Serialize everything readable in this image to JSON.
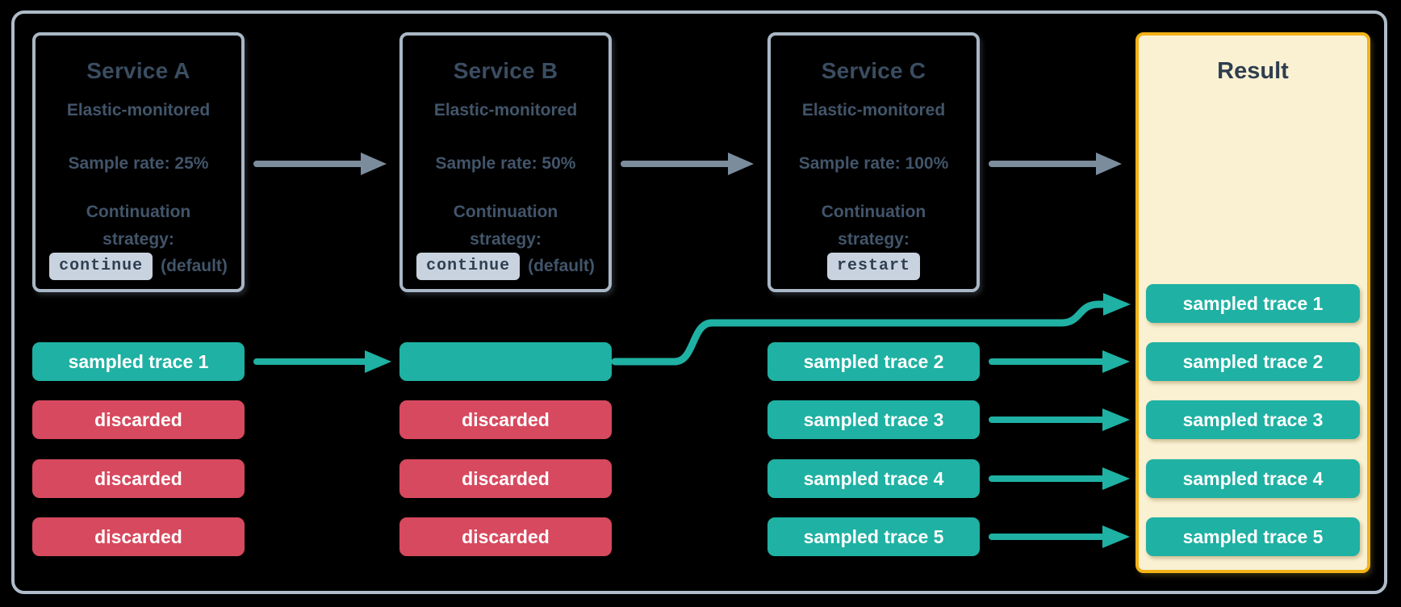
{
  "theme": {
    "teal": "#1FB1A3",
    "red": "#D7495E",
    "svc_border": "#A9B7C6",
    "outer_border": "#AFBCC9",
    "arrow_gray": "#7B8C9D",
    "title_color": "#3A4D61",
    "body_color": "#42556A",
    "badge_bg": "#C9D3DF",
    "badge_text": "#2F4052",
    "result_bg": "#FAF1D3",
    "result_border": "#F2B216",
    "result_title": "#2E3E4F",
    "bg": "#000000",
    "trace_text": "#FFFFFF"
  },
  "services": [
    {
      "title": "Service A",
      "subtitle": "Elastic-monitored",
      "sample_rate": "Sample rate: 25%",
      "continuation_line1": "Continuation",
      "continuation_line2": "strategy:",
      "strategy_value": "continue",
      "strategy_note": "(default)"
    },
    {
      "title": "Service B",
      "subtitle": "Elastic-monitored",
      "sample_rate": "Sample rate: 50%",
      "continuation_line1": "Continuation",
      "continuation_line2": "strategy:",
      "strategy_value": "continue",
      "strategy_note": "(default)"
    },
    {
      "title": "Service C",
      "subtitle": "Elastic-monitored",
      "sample_rate": "Sample rate: 100%",
      "continuation_line1": "Continuation",
      "continuation_line2": "strategy:",
      "strategy_value": "restart",
      "strategy_note": ""
    }
  ],
  "result_panel": {
    "title": "Result",
    "badges": [
      "sampled trace 1",
      "sampled trace 2",
      "sampled trace 3",
      "sampled trace 4",
      "sampled trace 5"
    ]
  },
  "trace_columns": {
    "service_a": [
      "sampled trace 1",
      "discarded",
      "discarded",
      "discarded"
    ],
    "service_b": [
      "",
      "discarded",
      "discarded",
      "discarded"
    ],
    "service_c": [
      "sampled trace 2",
      "sampled trace 3",
      "sampled trace 4",
      "sampled trace 5"
    ]
  }
}
